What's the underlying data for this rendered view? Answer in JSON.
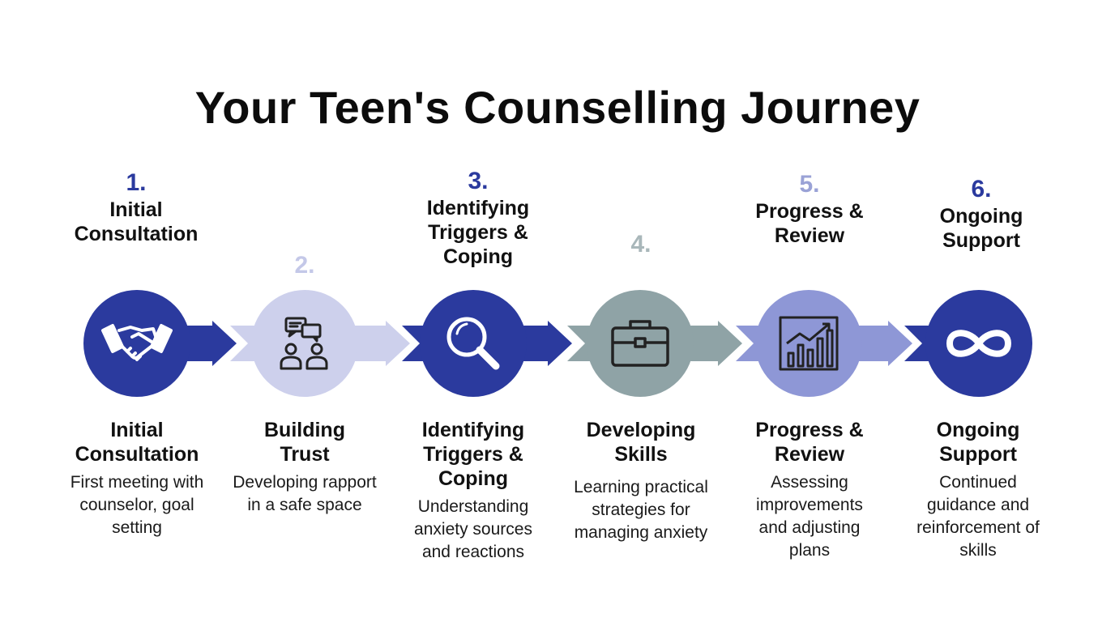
{
  "title": "Your Teen's Counselling Journey",
  "colors": {
    "dark_blue": "#2b3a9e",
    "light_lavender": "#cdd0ec",
    "slate_gray": "#8fa3a6",
    "periwinkle": "#8e97d6",
    "number_1": "#2b3a9e",
    "number_2": "#c4c8e8",
    "number_3": "#2b3a9e",
    "number_4": "#a9b7ba",
    "number_5": "#9aa2d6",
    "number_6": "#2b3a9e"
  },
  "steps": [
    {
      "number": "1.",
      "top_label": "Initial Consultation",
      "heading": "Initial Consultation",
      "description": "First meeting with counselor, goal setting",
      "icon": "handshake-icon",
      "circle_color": "#2b3a9e",
      "icon_color": "#ffffff"
    },
    {
      "number": "2.",
      "top_label": "",
      "heading": "Building Trust",
      "description": "Developing rapport in a safe space",
      "icon": "conversation-icon",
      "circle_color": "#cdd0ec",
      "icon_color": "#222222"
    },
    {
      "number": "3.",
      "top_label": "Identifying Triggers & Coping",
      "heading": "Identifying Triggers & Coping",
      "description": "Understanding anxiety sources and reactions",
      "icon": "magnifying-glass-icon",
      "circle_color": "#2b3a9e",
      "icon_color": "#ffffff"
    },
    {
      "number": "4.",
      "top_label": "",
      "heading": "Developing Skills",
      "description": "Learning practical strategies for managing anxiety",
      "icon": "toolbox-icon",
      "circle_color": "#8fa3a6",
      "icon_color": "#222222"
    },
    {
      "number": "5.",
      "top_label": "Progress & Review",
      "heading": "Progress & Review",
      "description": "Assessing improvements and adjusting plans",
      "icon": "growth-chart-icon",
      "circle_color": "#8e97d6",
      "icon_color": "#222222"
    },
    {
      "number": "6.",
      "top_label": "Ongoing Support",
      "heading": "Ongoing Support",
      "description": "Continued guidance and reinforcement of skills",
      "icon": "infinity-icon",
      "circle_color": "#2b3a9e",
      "icon_color": "#ffffff"
    }
  ]
}
